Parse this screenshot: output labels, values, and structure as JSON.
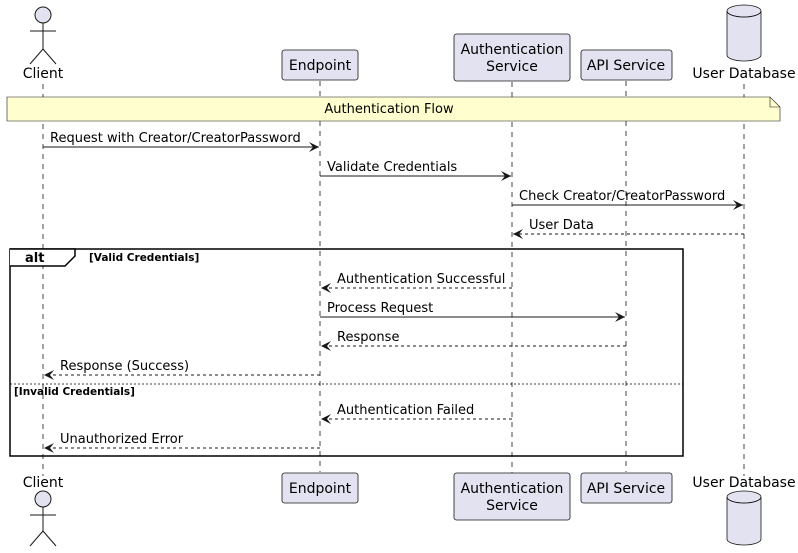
{
  "participants": {
    "client": {
      "label": "Client",
      "kind": "actor"
    },
    "endpoint": {
      "label": "Endpoint",
      "kind": "participant"
    },
    "auth": {
      "label_lines": [
        "Authentication",
        "Service"
      ],
      "kind": "participant"
    },
    "api": {
      "label": "API Service",
      "kind": "participant"
    },
    "db": {
      "label": "User Database",
      "kind": "database"
    }
  },
  "note": {
    "text": "Authentication Flow"
  },
  "messages": [
    {
      "from": "client",
      "to": "endpoint",
      "text": "Request with Creator/CreatorPassword",
      "style": "solid"
    },
    {
      "from": "endpoint",
      "to": "auth",
      "text": "Validate Credentials",
      "style": "solid"
    },
    {
      "from": "auth",
      "to": "db",
      "text": "Check Creator/CreatorPassword",
      "style": "solid"
    },
    {
      "from": "db",
      "to": "auth",
      "text": "User Data",
      "style": "dashed"
    },
    {
      "from": "auth",
      "to": "endpoint",
      "text": "Authentication Successful",
      "style": "dashed"
    },
    {
      "from": "endpoint",
      "to": "api",
      "text": "Process Request",
      "style": "solid"
    },
    {
      "from": "api",
      "to": "endpoint",
      "text": "Response",
      "style": "dashed"
    },
    {
      "from": "endpoint",
      "to": "client",
      "text": "Response (Success)",
      "style": "dashed"
    },
    {
      "from": "auth",
      "to": "endpoint",
      "text": "Authentication Failed",
      "style": "dashed"
    },
    {
      "from": "endpoint",
      "to": "client",
      "text": "Unauthorized Error",
      "style": "dashed"
    }
  ],
  "alt_fragment": {
    "keyword": "alt",
    "guard_primary": "[Valid Credentials]",
    "guard_else": "[Invalid Credentials]"
  },
  "colors": {
    "participant_fill": "#e2e2f0",
    "participant_border": "#181818",
    "note_fill": "#fefece",
    "line": "#181818"
  }
}
